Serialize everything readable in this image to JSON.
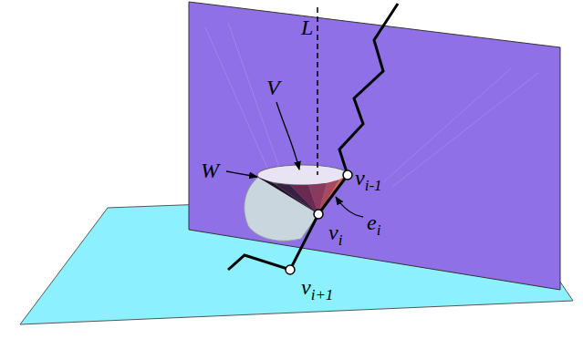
{
  "diagram": {
    "labels": [
      "L",
      "V",
      "W",
      "vi-1",
      "vi",
      "ei",
      "vi+1"
    ]
  }
}
